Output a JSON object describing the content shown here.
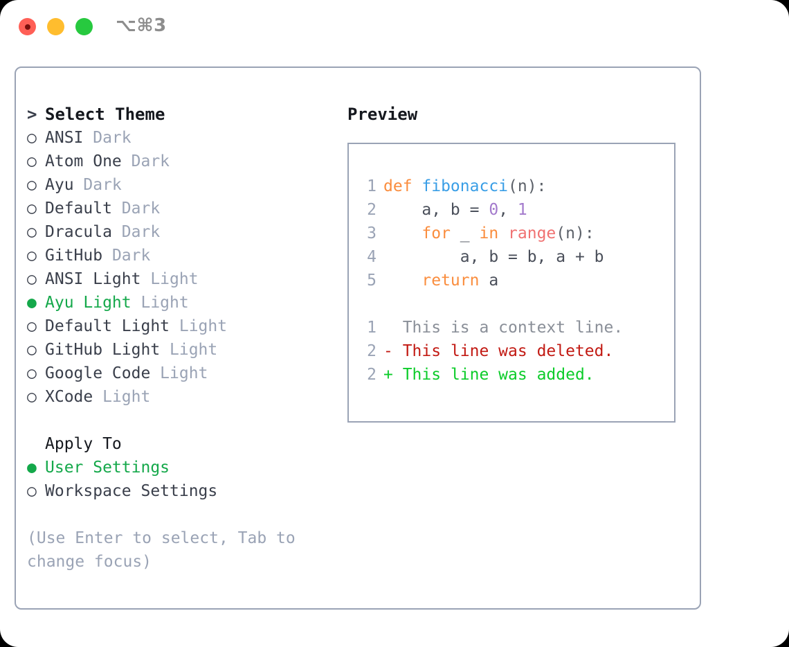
{
  "titlebar": {
    "shortcut": "⌥⌘3",
    "buttons": [
      {
        "name": "close",
        "color": "#ff5f56"
      },
      {
        "name": "minimize",
        "color": "#ffbd2e"
      },
      {
        "name": "zoom",
        "color": "#27c93f"
      }
    ]
  },
  "theme_picker": {
    "heading": "Select Theme",
    "heading_prefix": ">",
    "marker_selected": "●",
    "marker_unselected": "○",
    "items": [
      {
        "label": "ANSI",
        "variant": "Dark",
        "selected": false
      },
      {
        "label": "Atom One",
        "variant": "Dark",
        "selected": false
      },
      {
        "label": "Ayu",
        "variant": "Dark",
        "selected": false
      },
      {
        "label": "Default",
        "variant": "Dark",
        "selected": false
      },
      {
        "label": "Dracula",
        "variant": "Dark",
        "selected": false
      },
      {
        "label": "GitHub",
        "variant": "Dark",
        "selected": false
      },
      {
        "label": "ANSI Light",
        "variant": "Light",
        "selected": false
      },
      {
        "label": "Ayu Light",
        "variant": "Light",
        "selected": true
      },
      {
        "label": "Default Light",
        "variant": "Light",
        "selected": false
      },
      {
        "label": "GitHub Light",
        "variant": "Light",
        "selected": false
      },
      {
        "label": "Google Code",
        "variant": "Light",
        "selected": false
      },
      {
        "label": "XCode",
        "variant": "Light",
        "selected": false
      }
    ]
  },
  "apply_to": {
    "heading": "Apply To",
    "items": [
      {
        "label": "User Settings",
        "selected": true
      },
      {
        "label": "Workspace Settings",
        "selected": false
      }
    ]
  },
  "hint": "(Use Enter to select, Tab to change focus)",
  "preview": {
    "title": "Preview",
    "code_lines": [
      {
        "number": "1",
        "tokens": [
          {
            "text": "def ",
            "type": "kw"
          },
          {
            "text": "fibonacci",
            "type": "fn"
          },
          {
            "text": "(n):",
            "type": "punc"
          }
        ]
      },
      {
        "number": "2",
        "tokens": [
          {
            "text": "    a, b = ",
            "type": "txt"
          },
          {
            "text": "0",
            "type": "num"
          },
          {
            "text": ", ",
            "type": "txt"
          },
          {
            "text": "1",
            "type": "num"
          }
        ]
      },
      {
        "number": "3",
        "tokens": [
          {
            "text": "    ",
            "type": "txt"
          },
          {
            "text": "for",
            "type": "kw"
          },
          {
            "text": " _ ",
            "type": "txt"
          },
          {
            "text": "in",
            "type": "kw"
          },
          {
            "text": " ",
            "type": "txt"
          },
          {
            "text": "range",
            "type": "bi"
          },
          {
            "text": "(n):",
            "type": "punc"
          }
        ]
      },
      {
        "number": "4",
        "tokens": [
          {
            "text": "        a, b = b, a + b",
            "type": "txt"
          }
        ]
      },
      {
        "number": "5",
        "tokens": [
          {
            "text": "    ",
            "type": "txt"
          },
          {
            "text": "return",
            "type": "kw"
          },
          {
            "text": " a",
            "type": "txt"
          }
        ]
      }
    ],
    "diff_lines": [
      {
        "number": "1",
        "sign": " ",
        "text": "This is a context line.",
        "kind": "context"
      },
      {
        "number": "2",
        "sign": "-",
        "text": "This line was deleted.",
        "kind": "deleted"
      },
      {
        "number": "2",
        "sign": "+",
        "text": "This line was added.",
        "kind": "added"
      }
    ]
  },
  "colors": {
    "border": "#9aa3b5",
    "muted_text": "#9aa3b5",
    "primary_text": "#3a3f4b",
    "accent_green": "#14a84a",
    "keyword_orange": "#fa8d3e",
    "function_blue": "#399ee6",
    "number_purple": "#a37acc",
    "builtin_red": "#f07171",
    "diff_deleted": "#c21a13",
    "diff_added": "#0ccc2a"
  }
}
